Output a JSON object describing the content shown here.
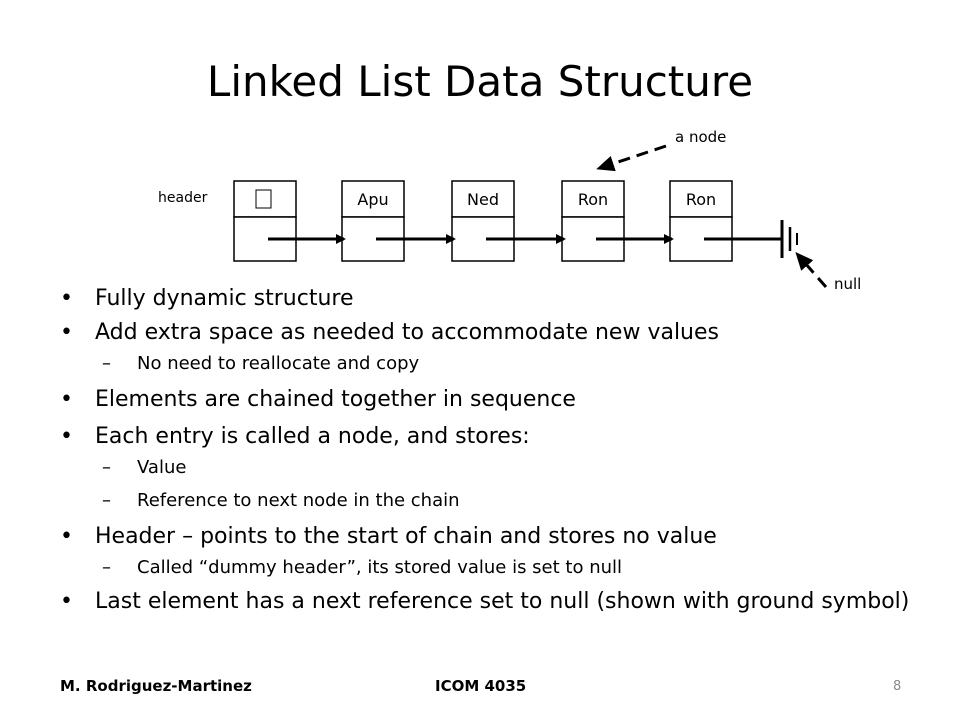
{
  "slide": {
    "title": "Linked List Data Structure",
    "page_number": "8"
  },
  "diagram": {
    "header_label": "header",
    "node_label": "a node",
    "null_label": "null",
    "header_placeholder": "",
    "nodes": [
      "Apu",
      "Ned",
      "Ron",
      "Ron"
    ]
  },
  "bullets": [
    {
      "text": "Fully dynamic structure",
      "subitems": []
    },
    {
      "text": "Add extra space as needed to accommodate new values",
      "subitems": [
        "No need to reallocate and copy"
      ]
    },
    {
      "text": "Elements are chained together in sequence",
      "subitems": []
    },
    {
      "text": "Each entry is called a node, and stores:",
      "subitems": [
        "Value",
        "Reference to next node in the chain"
      ]
    },
    {
      "text": "Header – points to the start of chain and stores no value",
      "subitems": [
        "Called “dummy header”, its stored value is set to null"
      ]
    },
    {
      "text": "Last element has a next reference set to null (shown with ground symbol)",
      "subitems": []
    }
  ],
  "footer": {
    "author": "M. Rodriguez-Martinez",
    "course": "ICOM 4035"
  },
  "colors": {
    "text": "#000000",
    "page_number": "#8a8a8a"
  }
}
